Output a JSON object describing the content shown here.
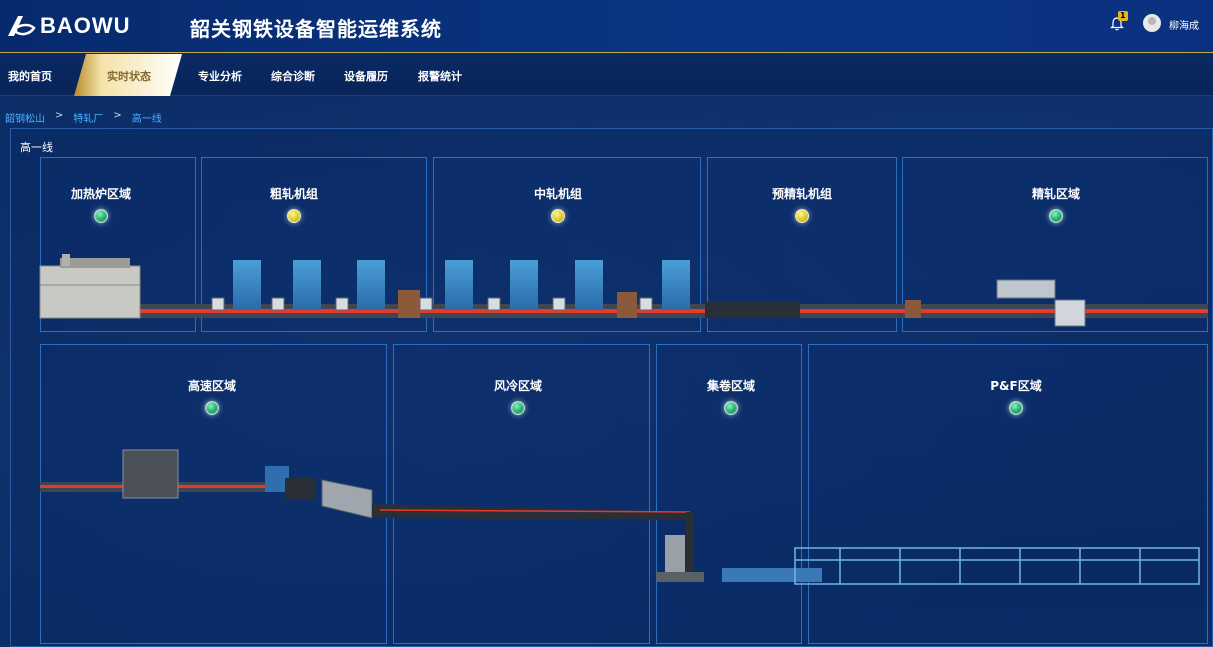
{
  "header": {
    "logo_text": "BAOWU",
    "title": "韶关钢铁设备智能运维系统",
    "notification_count": "1",
    "username": "柳海成"
  },
  "nav": {
    "items": [
      {
        "label": "我的首页"
      },
      {
        "label": "实时状态",
        "active": true
      },
      {
        "label": "专业分析"
      },
      {
        "label": "综合诊断"
      },
      {
        "label": "设备履历"
      },
      {
        "label": "报警统计"
      }
    ]
  },
  "breadcrumb": {
    "items": [
      "韶钢松山",
      "特轧厂",
      "高一线"
    ],
    "separator": ">"
  },
  "section_title": "高一线",
  "areas": [
    {
      "label": "加热炉区域",
      "status": "green"
    },
    {
      "label": "粗轧机组",
      "status": "yellow"
    },
    {
      "label": "中轧机组",
      "status": "yellow"
    },
    {
      "label": "预精轧机组",
      "status": "yellow"
    },
    {
      "label": "精轧区域",
      "status": "green"
    },
    {
      "label": "高速区域",
      "status": "green"
    },
    {
      "label": "风冷区域",
      "status": "green"
    },
    {
      "label": "集卷区域",
      "status": "green"
    },
    {
      "label": "P&F区域",
      "status": "green"
    }
  ],
  "colors": {
    "background": "#0a2a63",
    "header_gold": "#c9a64a",
    "area_border": "#2b6fc0",
    "breadcrumb_link": "#4fb1ff",
    "status_green": "#16a86a",
    "status_yellow": "#d8c81a",
    "rolling_bar": "#e23b2e"
  }
}
